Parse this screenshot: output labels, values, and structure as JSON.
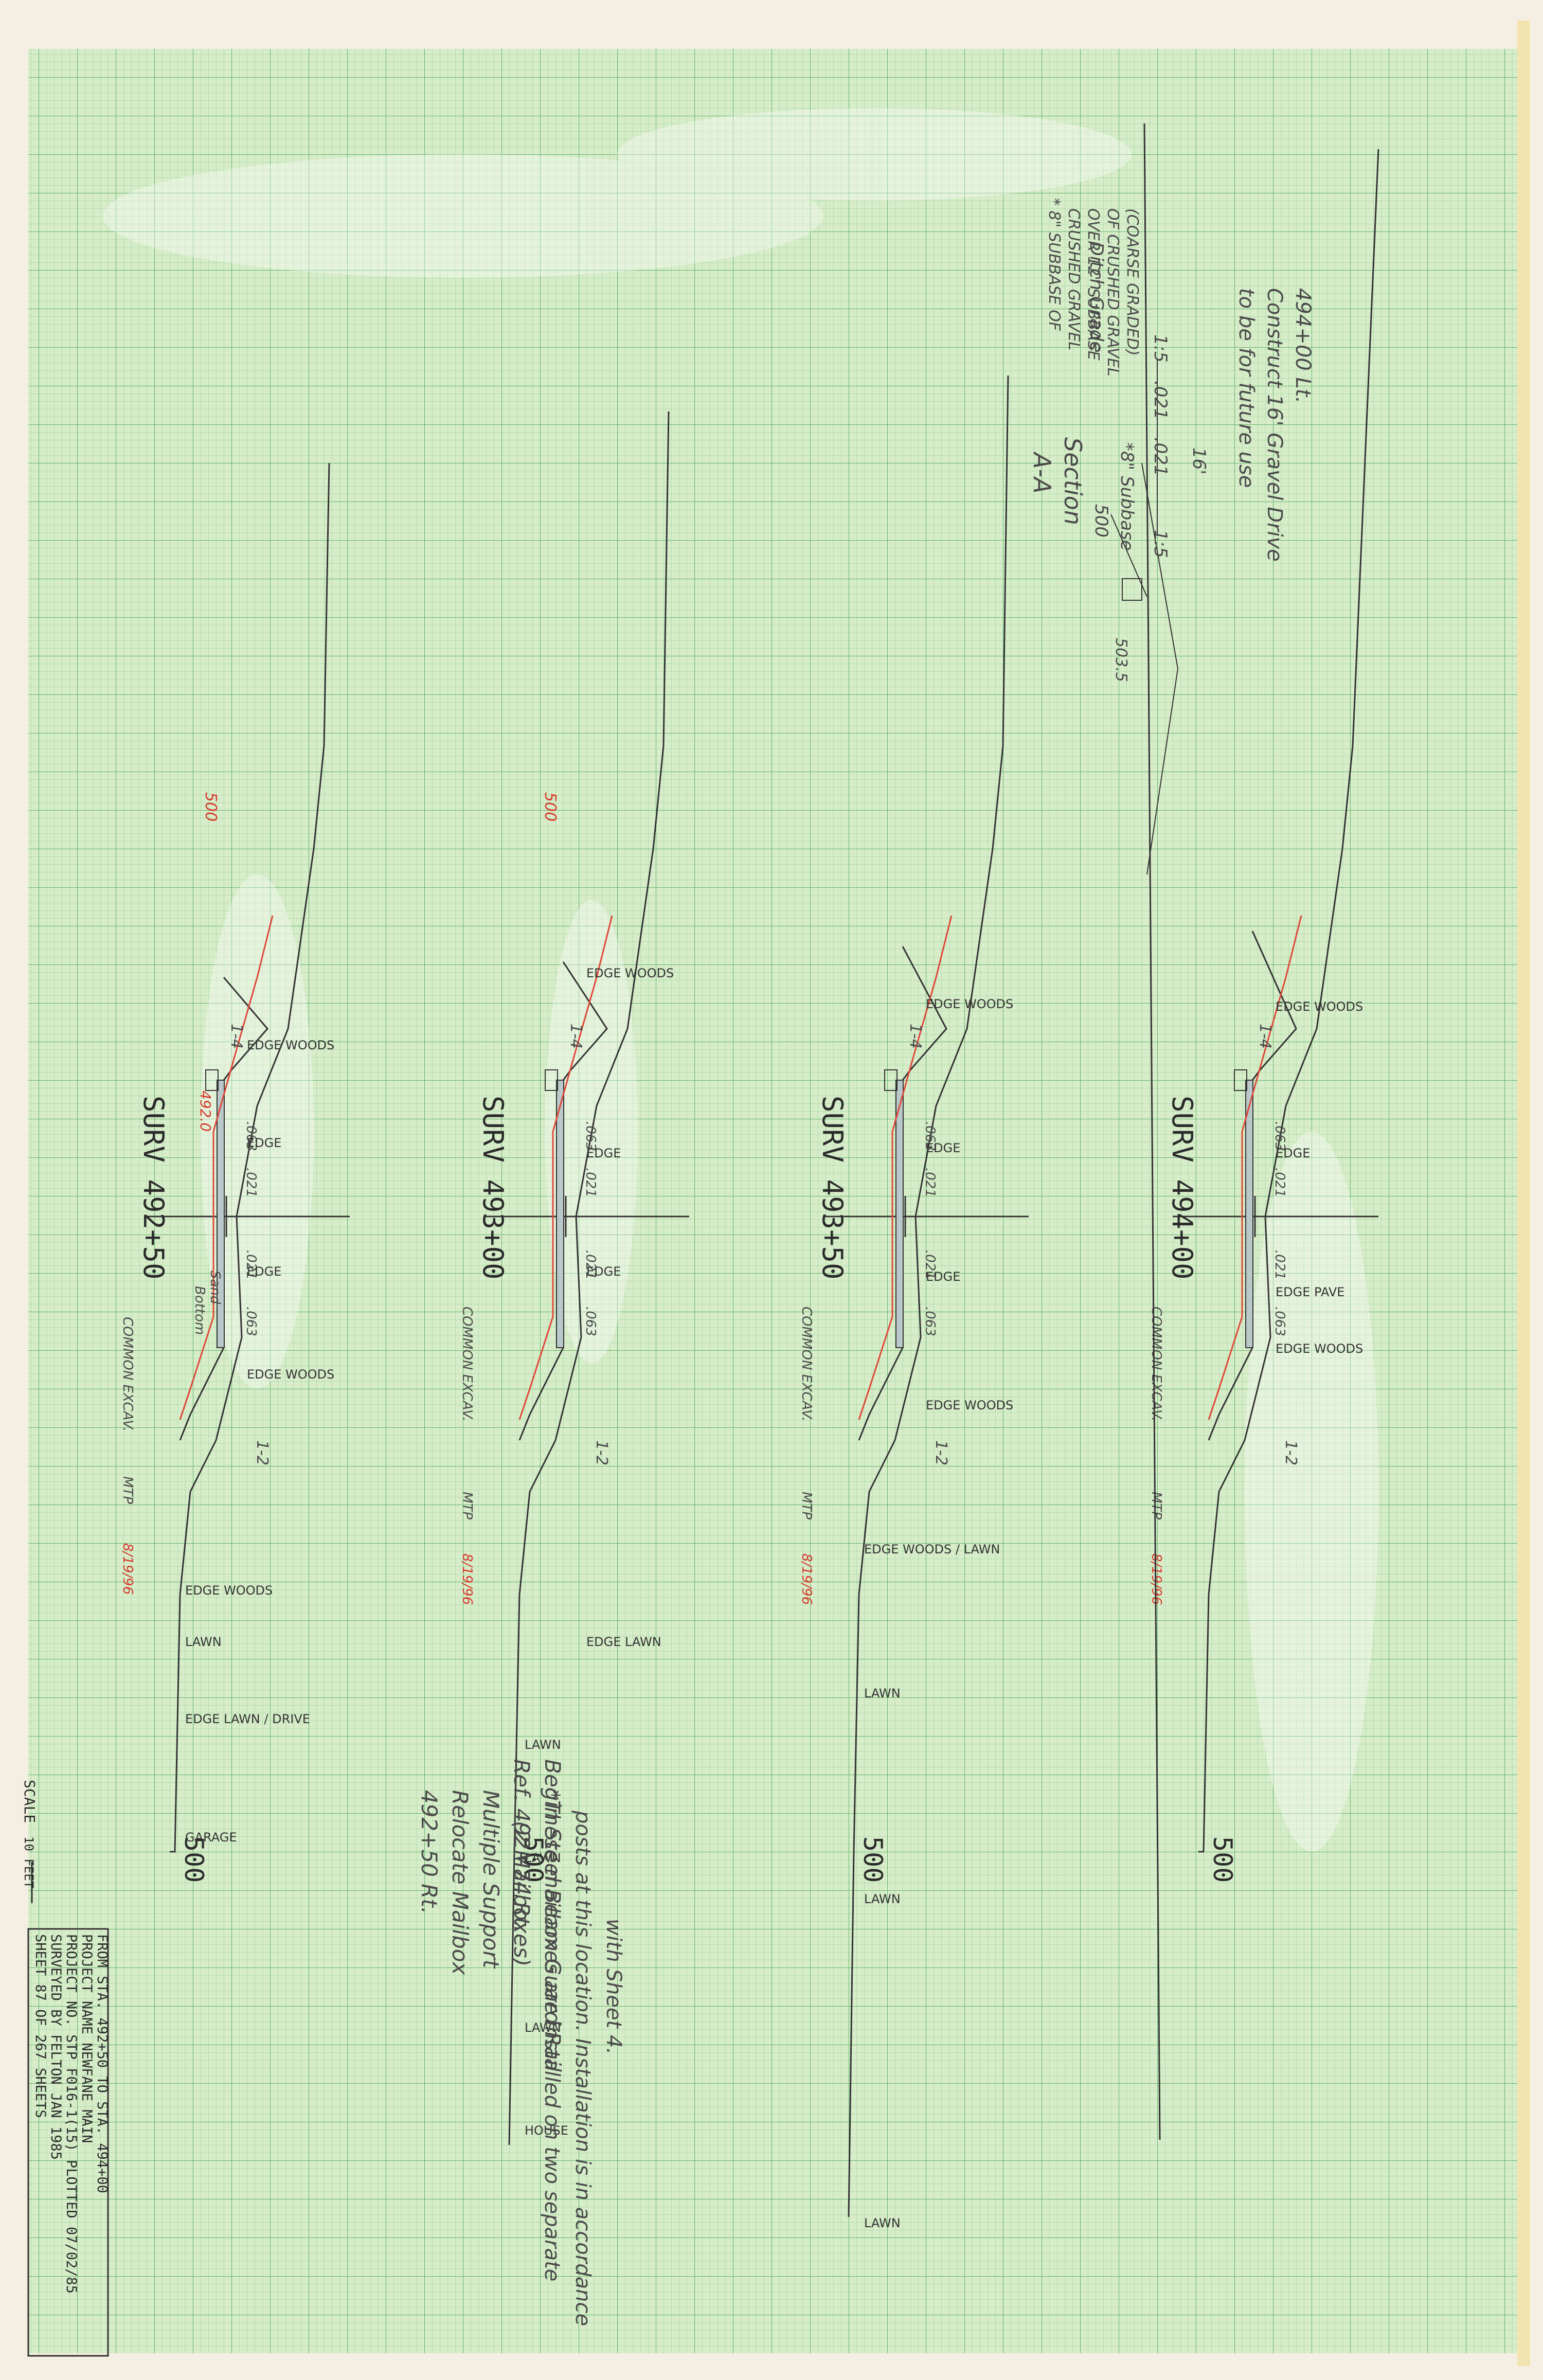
{
  "sections": [
    {
      "station": "SURV 492+50",
      "elev_500": "500",
      "left_mark": "492.0",
      "red_500": "500",
      "offsets": [
        ".063",
        ".021",
        ".021",
        ".063"
      ],
      "slopes": [
        "1-4",
        "1-2"
      ],
      "labels": [
        "EDGE WOODS",
        "EDGE",
        "EDGE",
        "EDGE WOODS",
        "EDGE WOODS",
        "LAWN",
        "EDGE LAWN / DRIVE",
        "GARAGE"
      ],
      "notes": [
        "Sand",
        "Bottom",
        "COMMON EXCAV.",
        "MTP",
        "8/19/96"
      ],
      "bottom_elev": "500"
    },
    {
      "station": "SURV 493+00",
      "elev_500": "500",
      "red_500": "500",
      "offsets": [
        ".063",
        ".021",
        ".021",
        ".063"
      ],
      "slopes": [
        "1-4",
        "1-2"
      ],
      "labels": [
        "EDGE WOODS",
        "EDGE",
        "EDGE",
        "EDGE LAWN",
        "LAWN",
        "LAWN",
        "LAWN",
        "HOUSE"
      ],
      "notes": [
        "COMMON EXCAV.",
        "MTP",
        "8/19/96"
      ],
      "bottom_elev": "500"
    },
    {
      "station": "SURV 493+50",
      "elev_500": "500",
      "offsets": [
        ".063",
        ".021",
        ".021",
        ".063"
      ],
      "slopes": [
        "1-4",
        "1-2"
      ],
      "labels": [
        "EDGE WOODS",
        "EDGE",
        "EDGE",
        "EDGE WOODS",
        "EDGE WOODS / LAWN",
        "LAWN",
        "LAWN",
        "LAWN"
      ],
      "notes": [
        "COMMON EXCAV.",
        "MTP",
        "8/19/96"
      ],
      "bottom_elev": "500"
    },
    {
      "station": "SURV 494+00",
      "elev_500": "500",
      "offsets": [
        ".063",
        ".021",
        ".021",
        ".063"
      ],
      "slopes": [
        "1-4",
        "1-2"
      ],
      "labels": [
        "EDGE WOODS",
        "EDGE",
        "EDGE PAVE",
        "EDGE WOODS"
      ],
      "notes": [
        "COMMON EXCAV.",
        "MTP",
        "8/19/96"
      ],
      "bottom_elev": "500"
    }
  ],
  "detail": {
    "title_line1": "494+00 Lt.",
    "title_line2": "Construct 16' Gravel Drive",
    "title_line3": "to be for future use",
    "dim_16": "16'",
    "slope_left": "1:5",
    "slope_right": "1:5",
    "grade_left": ".021",
    "grade_right": ".021",
    "subbase": "*8\" Subbase",
    "elev": "500",
    "elev_right": "503.5",
    "ditch": "Ditch Grade",
    "section": "Section",
    "section_id": "A-A",
    "note_lines": [
      "* 8\" SUBBASE OF",
      "CRUSHED GRAVEL",
      "OVER 12\" SUBBASE",
      "OF CRUSHED GRAVEL",
      "(COARSE GRADED)"
    ]
  },
  "notes": {
    "ref_line1": "Ref. 492+74 Rt.",
    "ref_line2": "Begin Steel Beam Guard Rail",
    "mail_line1": "492+50 Rt.",
    "mail_line2": "Relocate Mailbox",
    "mail_line3": "Multiple Support",
    "mail_line4": "(2 Mailboxes)",
    "star_line1": "*These mailboxes are installed on two separate",
    "star_line2": "posts at this location. Installation is in accordance",
    "star_line3": "with Sheet 4."
  },
  "title_block": {
    "line1": "FROM STA.  492+50    TO STA.  494+00",
    "line2": "PROJECT NAME  NEWFANE  MAIN",
    "line3": "PROJECT NO. STP F016-1(15)   PLOTTED 07/02/85",
    "line4": "SURVEYED BY  FELTON            JAN 1985",
    "line5": "SHEET  87  OF 267  SHEETS"
  },
  "scale": {
    "label": "SCALE",
    "value": "10 FEET"
  }
}
